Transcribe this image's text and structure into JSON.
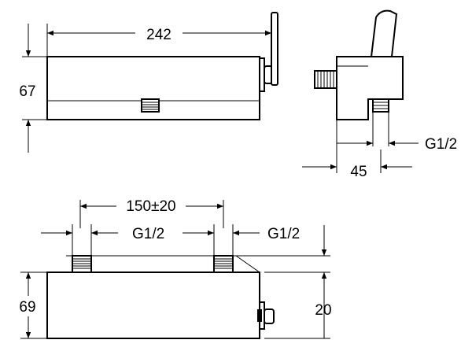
{
  "top_view": {
    "width_label": "242",
    "height_label": "67"
  },
  "side_view": {
    "thread_label": "G1/2",
    "depth_label": "45"
  },
  "bottom_view": {
    "spacing_label": "150±20",
    "left_thread_label": "G1/2",
    "right_thread_label": "G1/2",
    "height_label": "69",
    "offset_label": "20"
  },
  "colors": {
    "line": "#000000",
    "background": "#ffffff"
  }
}
